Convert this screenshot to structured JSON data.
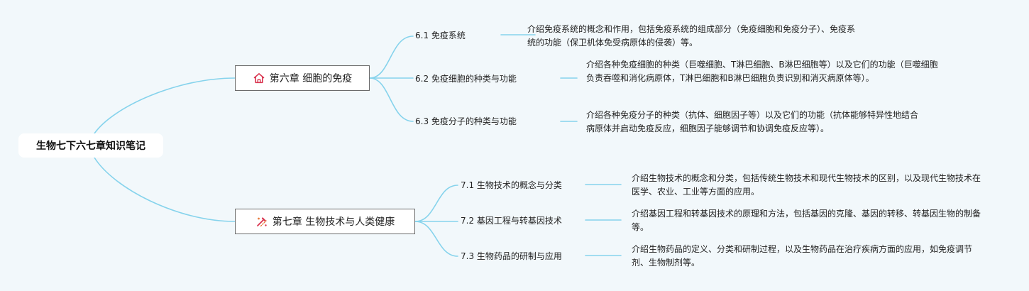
{
  "root": {
    "label": "生物七下六七章知识笔记"
  },
  "chapters": [
    {
      "title": "第六章 细胞的免疫",
      "icon": "home-icon",
      "icon_color": "#d9344f",
      "topics": [
        {
          "label": "6.1 免疫系统",
          "desc": "介绍免疫系统的概念和作用，包括免疫系统的组成部分（免疫细胞和免疫分子）、免疫系统的功能（保卫机体免受病原体的侵袭）等。"
        },
        {
          "label": "6.2 免疫细胞的种类与功能",
          "desc": "介绍各种免疫细胞的种类（巨噬细胞、T淋巴细胞、B淋巴细胞等）以及它们的功能（巨噬细胞负责吞噬和消化病原体，T淋巴细胞和B淋巴细胞负责识别和消灭病原体等）。"
        },
        {
          "label": "6.3 免疫分子的种类与功能",
          "desc": "介绍各种免疫分子的种类（抗体、细胞因子等）以及它们的功能（抗体能够特异性地结合病原体并启动免疫反应，细胞因子能够调节和协调免疫反应等）。"
        }
      ]
    },
    {
      "title": "第七章 生物技术与人类健康",
      "icon": "tools-icon",
      "icon_color": "#d9344f",
      "topics": [
        {
          "label": "7.1 生物技术的概念与分类",
          "desc": "介绍生物技术的概念和分类，包括传统生物技术和现代生物技术的区别，以及现代生物技术在医学、农业、工业等方面的应用。"
        },
        {
          "label": "7.2 基因工程与转基因技术",
          "desc": "介绍基因工程和转基因技术的原理和方法，包括基因的克隆、基因的转移、转基因生物的制备等。"
        },
        {
          "label": "7.3 生物药品的研制与应用",
          "desc": "介绍生物药品的定义、分类和研制过程，以及生物药品在治疗疾病方面的应用，如免疫调节剂、生物制剂等。"
        }
      ]
    }
  ],
  "colors": {
    "background": "#f2f8fb",
    "connector": "#86d3ec",
    "node_border": "#6b6b6b",
    "icon": "#d9344f"
  }
}
